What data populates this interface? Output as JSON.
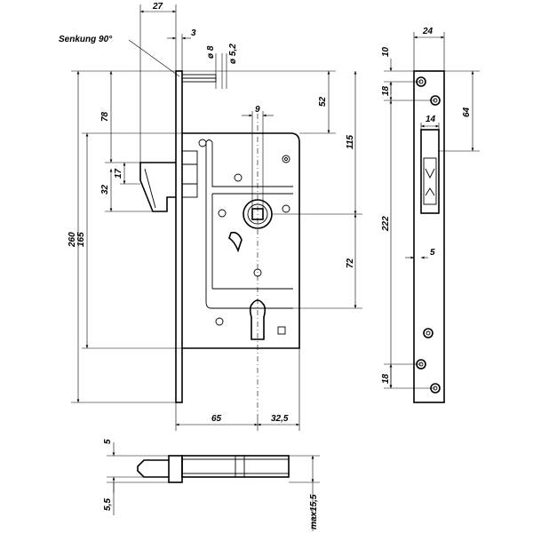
{
  "title": "",
  "annotations": {
    "senkung": "Senkung 90°"
  },
  "dimensions": {
    "d27": "27",
    "d3": "3",
    "dia8": "ø 8",
    "dia52": "ø 5,2",
    "d52": "52",
    "d9": "9",
    "d78": "78",
    "d115": "115",
    "d17": "17",
    "d32": "32",
    "d260": "260",
    "d165": "165",
    "d72": "72",
    "d65": "65",
    "d325": "32,5",
    "d24": "24",
    "d10": "10",
    "d18a": "18",
    "d64": "64",
    "d14": "14",
    "d222": "222",
    "d5": "5",
    "d18b": "18",
    "d5b": "5",
    "d55": "5,5",
    "dmax": "max15,5"
  }
}
